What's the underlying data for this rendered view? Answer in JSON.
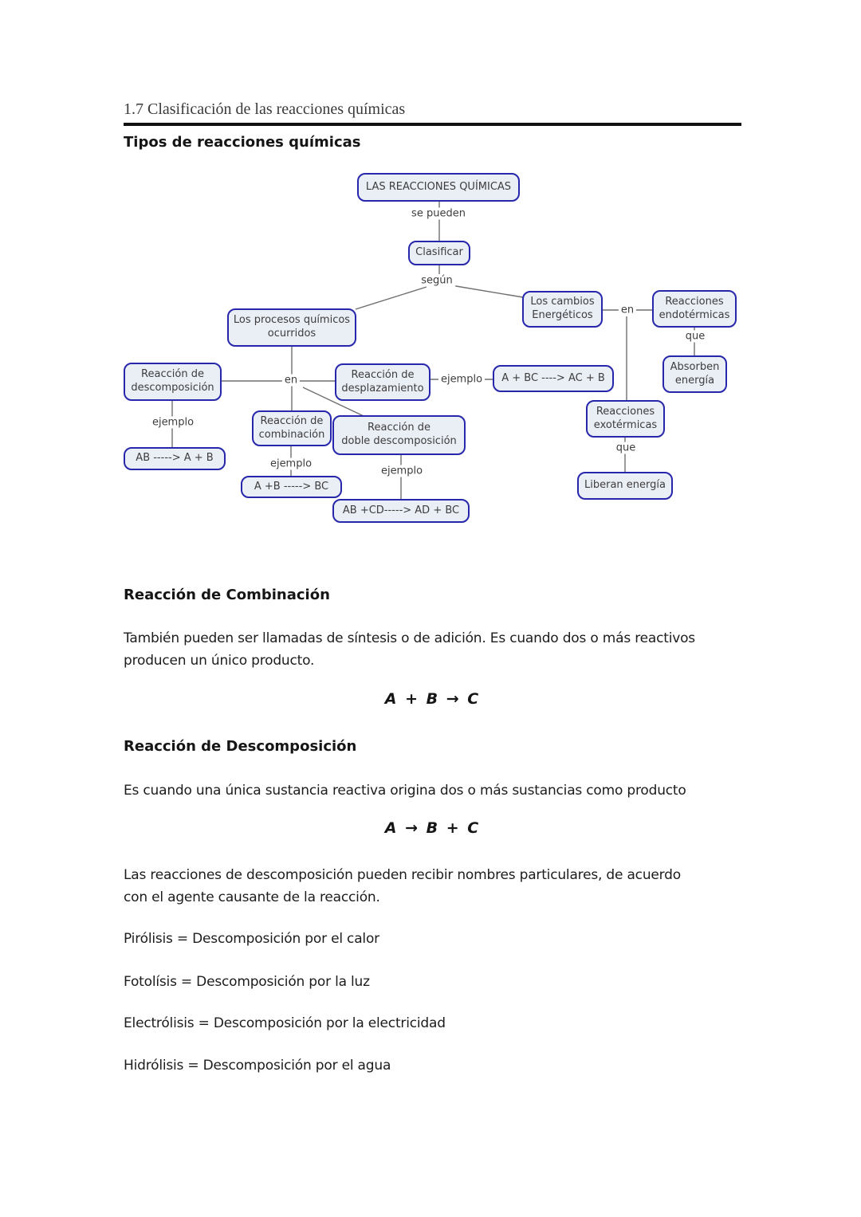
{
  "page": {
    "header_title": "1.7 Clasificación de las reacciones químicas",
    "section_title": "Tipos de reacciones químicas"
  },
  "diagram": {
    "nodes": {
      "main": "LAS REACCIONES QUÍMICAS",
      "clasificar": "Clasificar",
      "procesos": "Los procesos químicos\nocurridos",
      "descomposicion": "Reacción de\ndescomposición",
      "desplazamiento": "Reacción de\ndesplazamiento",
      "combinacion": "Reacción de\ncombinación",
      "doble": "Reacción de\ndoble descomposición",
      "ej_descomposicion": "AB -----> A + B",
      "ej_combinacion": "A +B -----> BC",
      "ej_doble": "AB +CD-----> AD + BC",
      "ej_desplazamiento": "A + BC ----> AC + B",
      "cambios": "Los cambios\nEnergéticos",
      "endotermicas": "Reacciones\nendotérmicas",
      "exotermicas": "Reacciones\nexotérmicas",
      "absorben": "Absorben\nenergía",
      "liberan": "Liberan energía"
    },
    "labels": {
      "se_pueden": "se pueden",
      "segun": "según",
      "en_left": "en",
      "en_right": "en",
      "ejemplo_descomposicion": "ejemplo",
      "ejemplo_desplazamiento": "ejemplo",
      "ejemplo_combinacion": "ejemplo",
      "ejemplo_doble": "ejemplo",
      "que_endotermicas": "que",
      "que_exotermicas": "que"
    },
    "colors": {
      "node_border": "#2727ab",
      "node_fill": "#eaeef5",
      "connector": "#6f6f6f"
    }
  },
  "sections": {
    "combinacion": {
      "heading": "Reacción de Combinación",
      "text": "También pueden ser llamadas de síntesis o de adición. Es cuando dos o más reactivos\nproducen un único producto.",
      "formula": "A + B → C"
    },
    "descomposicion": {
      "heading": "Reacción de Descomposición",
      "text": "Es cuando una única sustancia reactiva origina dos o más sustancias como producto",
      "formula": "A → B + C",
      "note": "Las reacciones de descomposición pueden recibir nombres particulares, de acuerdo\ncon el agente causante de la reacción."
    },
    "definitions": [
      "Pirólisis = Descomposición por el calor",
      "Fotolísis = Descomposición por la luz",
      "Electrólisis = Descomposición por la electricidad",
      "Hidrólisis = Descomposición por el agua"
    ]
  }
}
